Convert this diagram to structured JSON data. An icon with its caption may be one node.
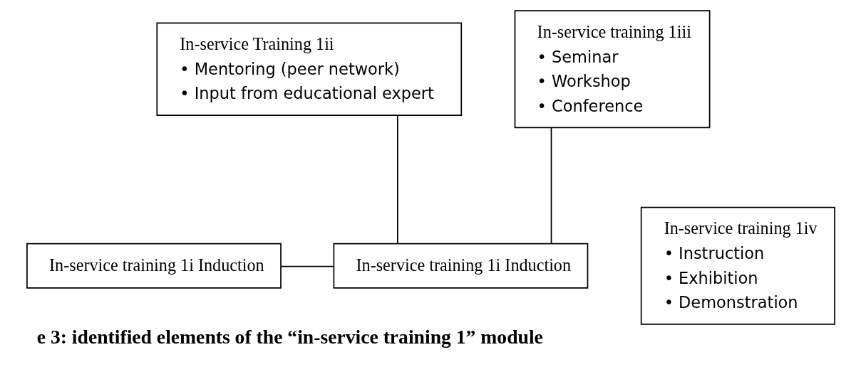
{
  "diagram": {
    "caption": "e 3: identified elements of the “in-service training 1” module",
    "nodes": [
      {
        "text": [
          "In-service Training 1ii",
          "• Mentoring (peer network)",
          "• Input from educational expert"
        ]
      },
      {
        "text": [
          "In-service training 1iii",
          "• Seminar",
          "• Workshop",
          "• Conference"
        ]
      },
      {
        "text": [
          "In-service training 1i Induction"
        ]
      },
      {
        "text": [
          "In-service training 1i Induction"
        ]
      },
      {
        "text": [
          "In-service training 1iv",
          "• Instruction",
          "• Exhibition",
          "• Demonstration"
        ]
      }
    ],
    "edges": [
      {
        "from": 0,
        "to": 3,
        "arrow": "none"
      },
      {
        "from": 1,
        "to": 3,
        "arrow": "none"
      },
      {
        "from": 2,
        "to": 3,
        "arrow": "none"
      }
    ]
  }
}
